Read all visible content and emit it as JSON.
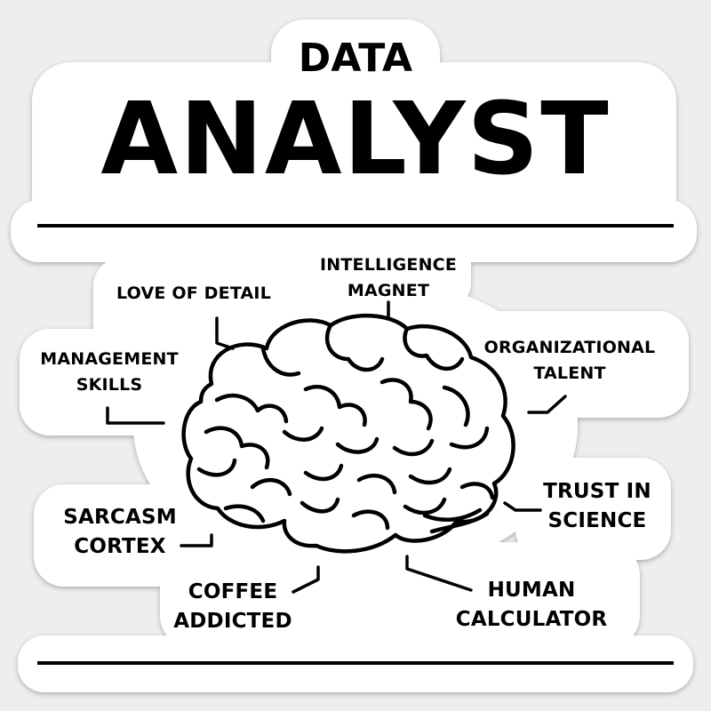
{
  "sticker": {
    "title_small": "DATA",
    "title_large": "ANALYST",
    "traits": [
      {
        "line1": "INTELLIGENCE",
        "line2": "MAGNET"
      },
      {
        "line1": "LOVE OF DETAIL",
        "line2": ""
      },
      {
        "line1": "MANAGEMENT",
        "line2": "SKILLS"
      },
      {
        "line1": "ORGANIZATIONAL",
        "line2": "TALENT"
      },
      {
        "line1": "SARCASM",
        "line2": "CORTEX"
      },
      {
        "line1": "TRUST IN",
        "line2": "SCIENCE"
      },
      {
        "line1": "COFFEE",
        "line2": "ADDICTED"
      },
      {
        "line1": "HUMAN",
        "line2": "CALCULATOR"
      }
    ],
    "colors": {
      "background": "#eeeeee",
      "sticker": "#ffffff",
      "ink": "#000000"
    }
  }
}
